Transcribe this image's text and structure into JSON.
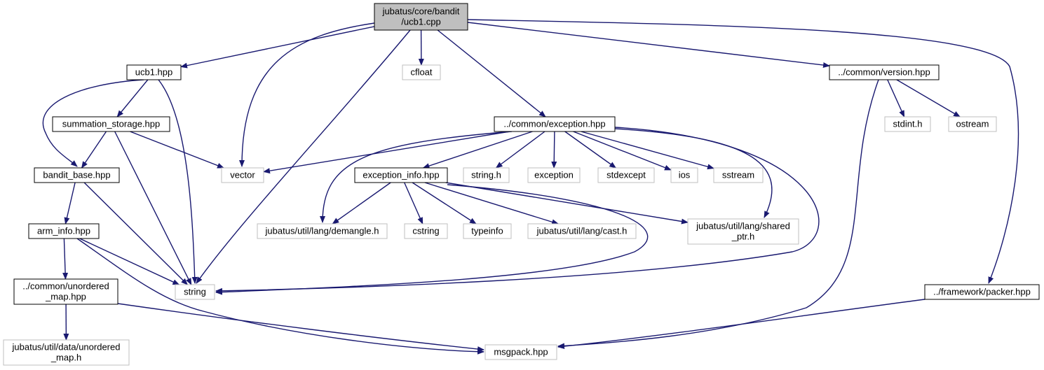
{
  "colors": {
    "edge": "#191970",
    "root_fill": "#bfbfbf",
    "root_border": "#000000",
    "documented_border": "#000000",
    "external_border": "#bfbfbf",
    "node_fill": "#ffffff"
  },
  "nodes": [
    {
      "id": "root",
      "lines": [
        "jubatus/core/bandit",
        "/ucb1.cpp"
      ],
      "kind": "root"
    },
    {
      "id": "ucb1_hpp",
      "lines": [
        "ucb1.hpp"
      ],
      "kind": "documented"
    },
    {
      "id": "cfloat",
      "lines": [
        "cfloat"
      ],
      "kind": "external"
    },
    {
      "id": "version_hpp",
      "lines": [
        "../common/version.hpp"
      ],
      "kind": "documented"
    },
    {
      "id": "summation_storage",
      "lines": [
        "summation_storage.hpp"
      ],
      "kind": "documented"
    },
    {
      "id": "exception_hpp",
      "lines": [
        "../common/exception.hpp"
      ],
      "kind": "documented"
    },
    {
      "id": "stdint_h",
      "lines": [
        "stdint.h"
      ],
      "kind": "external"
    },
    {
      "id": "ostream",
      "lines": [
        "ostream"
      ],
      "kind": "external"
    },
    {
      "id": "bandit_base",
      "lines": [
        "bandit_base.hpp"
      ],
      "kind": "documented"
    },
    {
      "id": "vector",
      "lines": [
        "vector"
      ],
      "kind": "external"
    },
    {
      "id": "exception_info",
      "lines": [
        "exception_info.hpp"
      ],
      "kind": "documented"
    },
    {
      "id": "string_h",
      "lines": [
        "string.h"
      ],
      "kind": "external"
    },
    {
      "id": "exception",
      "lines": [
        "exception"
      ],
      "kind": "external"
    },
    {
      "id": "stdexcept",
      "lines": [
        "stdexcept"
      ],
      "kind": "external"
    },
    {
      "id": "ios",
      "lines": [
        "ios"
      ],
      "kind": "external"
    },
    {
      "id": "sstream",
      "lines": [
        "sstream"
      ],
      "kind": "external"
    },
    {
      "id": "arm_info",
      "lines": [
        "arm_info.hpp"
      ],
      "kind": "documented"
    },
    {
      "id": "demangle",
      "lines": [
        "jubatus/util/lang/demangle.h"
      ],
      "kind": "external"
    },
    {
      "id": "cstring",
      "lines": [
        "cstring"
      ],
      "kind": "external"
    },
    {
      "id": "typeinfo",
      "lines": [
        "typeinfo"
      ],
      "kind": "external"
    },
    {
      "id": "cast_h",
      "lines": [
        "jubatus/util/lang/cast.h"
      ],
      "kind": "external"
    },
    {
      "id": "shared_ptr",
      "lines": [
        "jubatus/util/lang/shared",
        "_ptr.h"
      ],
      "kind": "external"
    },
    {
      "id": "unordered_map_hpp",
      "lines": [
        "../common/unordered",
        "_map.hpp"
      ],
      "kind": "documented"
    },
    {
      "id": "string",
      "lines": [
        "string"
      ],
      "kind": "external"
    },
    {
      "id": "packer_hpp",
      "lines": [
        "../framework/packer.hpp"
      ],
      "kind": "documented"
    },
    {
      "id": "util_unordered_map",
      "lines": [
        "jubatus/util/data/unordered",
        "_map.h"
      ],
      "kind": "external"
    },
    {
      "id": "msgpack",
      "lines": [
        "msgpack.hpp"
      ],
      "kind": "external"
    }
  ],
  "edges": [
    [
      "root",
      "ucb1_hpp"
    ],
    [
      "root",
      "vector"
    ],
    [
      "root",
      "string"
    ],
    [
      "root",
      "cfloat"
    ],
    [
      "root",
      "exception_hpp"
    ],
    [
      "root",
      "version_hpp"
    ],
    [
      "root",
      "packer_hpp"
    ],
    [
      "ucb1_hpp",
      "summation_storage"
    ],
    [
      "ucb1_hpp",
      "bandit_base"
    ],
    [
      "ucb1_hpp",
      "string"
    ],
    [
      "summation_storage",
      "bandit_base"
    ],
    [
      "summation_storage",
      "vector"
    ],
    [
      "summation_storage",
      "string"
    ],
    [
      "bandit_base",
      "arm_info"
    ],
    [
      "bandit_base",
      "string"
    ],
    [
      "arm_info",
      "unordered_map_hpp"
    ],
    [
      "arm_info",
      "string"
    ],
    [
      "arm_info",
      "msgpack"
    ],
    [
      "unordered_map_hpp",
      "util_unordered_map"
    ],
    [
      "unordered_map_hpp",
      "msgpack"
    ],
    [
      "exception_hpp",
      "vector"
    ],
    [
      "exception_hpp",
      "exception_info"
    ],
    [
      "exception_hpp",
      "demangle"
    ],
    [
      "exception_hpp",
      "string_h"
    ],
    [
      "exception_hpp",
      "exception"
    ],
    [
      "exception_hpp",
      "stdexcept"
    ],
    [
      "exception_hpp",
      "ios"
    ],
    [
      "exception_hpp",
      "sstream"
    ],
    [
      "exception_hpp",
      "shared_ptr"
    ],
    [
      "exception_hpp",
      "string"
    ],
    [
      "exception_info",
      "demangle"
    ],
    [
      "exception_info",
      "cstring"
    ],
    [
      "exception_info",
      "typeinfo"
    ],
    [
      "exception_info",
      "cast_h"
    ],
    [
      "exception_info",
      "shared_ptr"
    ],
    [
      "exception_info",
      "string"
    ],
    [
      "version_hpp",
      "stdint_h"
    ],
    [
      "version_hpp",
      "ostream"
    ],
    [
      "version_hpp",
      "msgpack"
    ],
    [
      "packer_hpp",
      "msgpack"
    ]
  ]
}
